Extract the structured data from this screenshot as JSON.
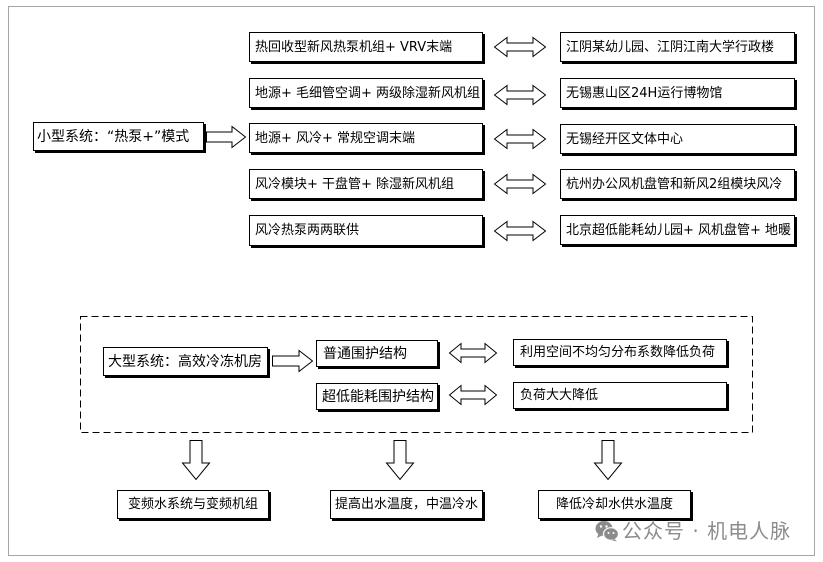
{
  "small_system": {
    "label": "小型系统：“热泵+”模式",
    "rows": [
      {
        "scheme": "热回收型新风热泵机组+ VRV末端",
        "project": "江阴某幼儿园、江阴江南大学行政楼"
      },
      {
        "scheme": "地源+ 毛细管空调+ 两级除湿新风机组",
        "project": "无锡惠山区24H运行博物馆"
      },
      {
        "scheme": "地源+ 风冷+ 常规空调末端",
        "project": "无锡经开区文体中心"
      },
      {
        "scheme": "风冷模块+ 干盘管+ 除湿新风机组",
        "project": "杭州办公风机盘管和新风2组模块风冷"
      },
      {
        "scheme": "风冷热泵两两联供",
        "project": "北京超低能耗幼儿园+ 风机盘管+ 地暖"
      }
    ]
  },
  "large_system": {
    "label": "大型系统：高效冷冻机房",
    "rows": [
      {
        "envelope": "普通围护结构",
        "result": "利用空间不均匀分布系数降低负荷"
      },
      {
        "envelope": "超低能耗围护结构",
        "result": "负荷大大降低"
      }
    ],
    "measures": [
      "变频水系统与变频机组",
      "提高出水温度，中温冷水",
      "降低冷却水供水温度"
    ]
  },
  "watermark": {
    "icon": "wechat-icon",
    "text": "公众号 · 机电人脉"
  },
  "icons": {
    "single_connector": "right-arrow-icon",
    "double_connector": "double-arrow-icon",
    "down_connector": "down-arrow-icon"
  },
  "colors": {
    "line": "#000000",
    "frame": "#a6a6a6",
    "watermark": "#8c8c8c",
    "background": "#ffffff"
  }
}
